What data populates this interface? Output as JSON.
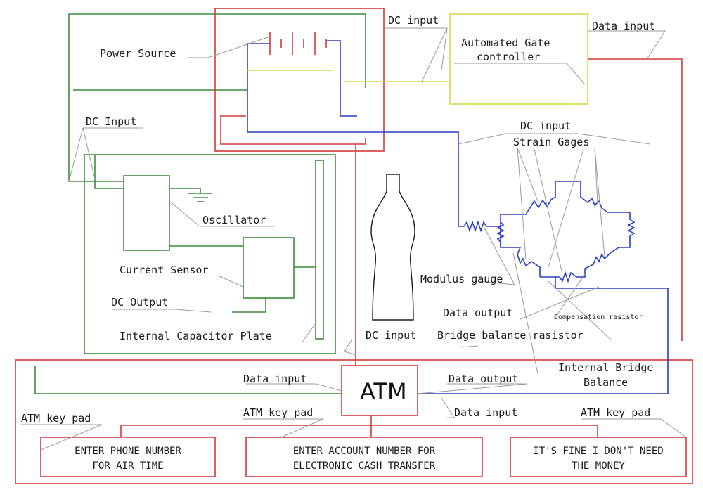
{
  "diagram": {
    "title": "ATM powered circuit diagram",
    "colors": {
      "green_wire": "#3c8c3c",
      "red_wire": "#d43b3b",
      "blue_wire": "#2b3fc4",
      "yellow_wire": "#d9d94a",
      "leader_line": "#9a9a9a",
      "text": "#1a1a1a"
    },
    "components": {
      "power_source": "Power Source",
      "gate_controller": "Automated Gate\ncontroller",
      "gate_controller_line1": "Automated Gate",
      "gate_controller_line2": "controller",
      "oscillator": "Oscillator",
      "current_sensor": "Current Sensor",
      "internal_capacitor_plate": "Internal Capacitor Plate",
      "modulus_gauge": "Modulus gauge",
      "strain_gages": "Strain Gages",
      "compensation_resistor": "Compensation rasistor",
      "bridge_balance_resistor": "Bridge balance rasistor",
      "internal_bridge_balance_line1": "Internal Bridge",
      "internal_bridge_balance_line2": "Balance",
      "atm": "ATM"
    },
    "labels": {
      "dc_input_top": "DC input",
      "data_input_top": "Data input",
      "dc_input_left": "DC Input",
      "dc_input_right": "DC input",
      "dc_output": "DC Output",
      "data_output_mid": "Data output",
      "dc_input_bottom": "DC input",
      "data_input_left": "Data input",
      "data_output_right": "Data output",
      "data_input_right": "Data input",
      "atm_key_pad_1": "ATM key pad",
      "atm_key_pad_2": "ATM key pad",
      "atm_key_pad_3": "ATM key pad"
    },
    "keypad_buttons": [
      {
        "line1": "ENTER PHONE NUMBER",
        "line2": "FOR AIR TIME"
      },
      {
        "line1": "ENTER ACCOUNT NUMBER FOR",
        "line2": "ELECTRONIC CASH TRANSFER"
      },
      {
        "line1": "IT'S FINE I DON'T NEED",
        "line2": "THE MONEY"
      }
    ]
  }
}
